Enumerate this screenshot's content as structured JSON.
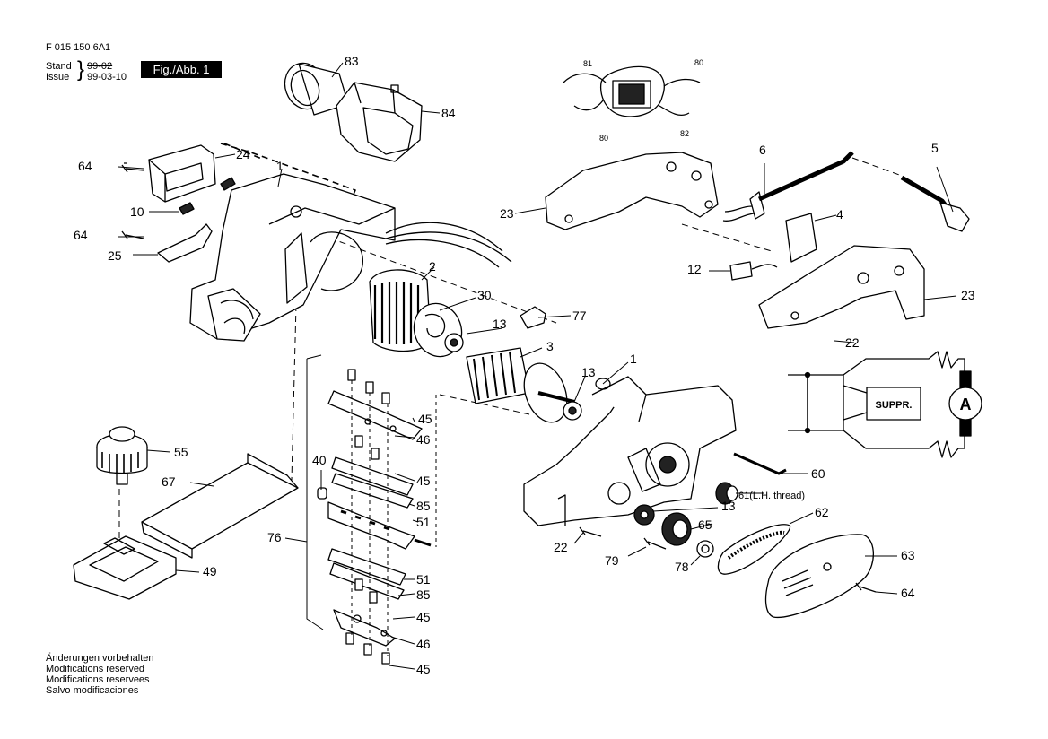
{
  "header": {
    "doc_number": "F 015 150 6A1",
    "stand_label": "Stand",
    "stand_value": "99-02",
    "issue_label": "Issue",
    "issue_value": "99-03-10",
    "figure_label": "Fig./Abb. 1"
  },
  "notes": [
    "Änderungen vorbehalten",
    "Modifications reserved",
    "Modifications reservees",
    "Salvo modificaciones"
  ],
  "schematic": {
    "suppressor_label": "SUPPR.",
    "motor_label": "A"
  },
  "callouts": [
    {
      "label": "83"
    },
    {
      "label": "84"
    },
    {
      "label": "81"
    },
    {
      "label": "80"
    },
    {
      "label": "80"
    },
    {
      "label": "82"
    },
    {
      "label": "6"
    },
    {
      "label": "5"
    },
    {
      "label": "64"
    },
    {
      "label": "24"
    },
    {
      "label": "1"
    },
    {
      "label": "10"
    },
    {
      "label": "23"
    },
    {
      "label": "4"
    },
    {
      "label": "64"
    },
    {
      "label": "25"
    },
    {
      "label": "2"
    },
    {
      "label": "12"
    },
    {
      "label": "23"
    },
    {
      "label": "30"
    },
    {
      "label": "77"
    },
    {
      "label": "13"
    },
    {
      "label": "22"
    },
    {
      "label": "3"
    },
    {
      "label": "13"
    },
    {
      "label": "1"
    },
    {
      "label": "45"
    },
    {
      "label": "46"
    },
    {
      "label": "55"
    },
    {
      "label": "45"
    },
    {
      "label": "40"
    },
    {
      "label": "60"
    },
    {
      "label": "67"
    },
    {
      "label": "85"
    },
    {
      "label": "51"
    },
    {
      "label": "61(L.H. thread)"
    },
    {
      "label": "13"
    },
    {
      "label": "62"
    },
    {
      "label": "65"
    },
    {
      "label": "76"
    },
    {
      "label": "22"
    },
    {
      "label": "63"
    },
    {
      "label": "79"
    },
    {
      "label": "78"
    },
    {
      "label": "49"
    },
    {
      "label": "51"
    },
    {
      "label": "85"
    },
    {
      "label": "64"
    },
    {
      "label": "45"
    },
    {
      "label": "46"
    },
    {
      "label": "45"
    }
  ]
}
